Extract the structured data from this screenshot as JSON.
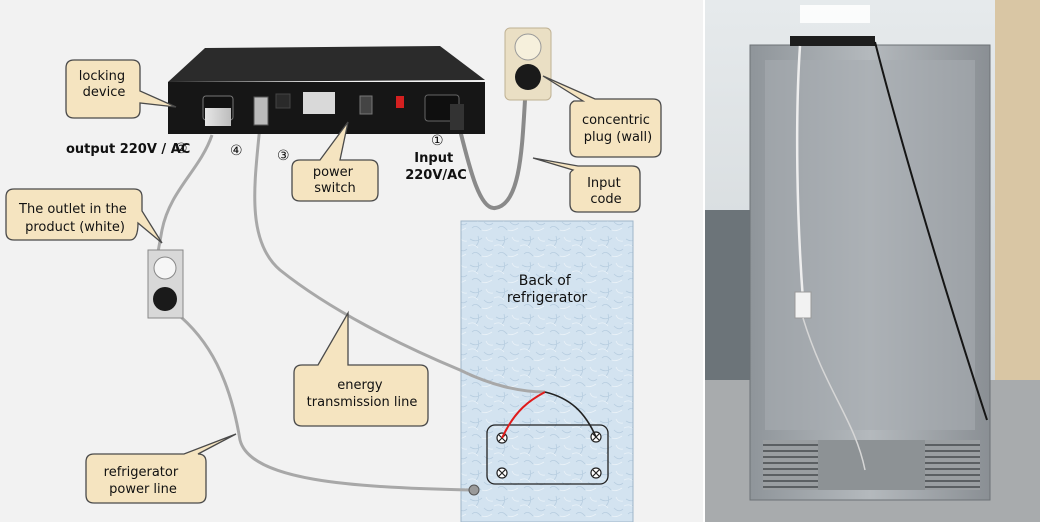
{
  "labels": {
    "locking_device": [
      "locking",
      "device"
    ],
    "output": "output 220V / AC",
    "output_num": "②",
    "num4": "④",
    "num3": "③",
    "power_switch": [
      "power",
      "switch"
    ],
    "input_num": "①",
    "input": [
      "Input",
      "220V/AC"
    ],
    "concentric_plug": [
      "concentric",
      "plug (wall)"
    ],
    "input_code": [
      "Input",
      "code"
    ],
    "outlet_product": [
      "The outlet in the",
      "product (white)"
    ],
    "back_of_fridge": [
      "Back of",
      "refrigerator"
    ],
    "energy_line": [
      "energy",
      "transmission line"
    ],
    "fridge_power_line": [
      "refrigerator",
      "power line"
    ]
  },
  "colors": {
    "callout_fill": "#f5e4c0",
    "callout_stroke": "#4a4a4a",
    "device_body": "#161616",
    "cable_gray": "#9a9a9a",
    "cable_dark": "#2a2a2a",
    "wire_red": "#e01b1b",
    "fridge_panel": "#cfe0ee"
  }
}
